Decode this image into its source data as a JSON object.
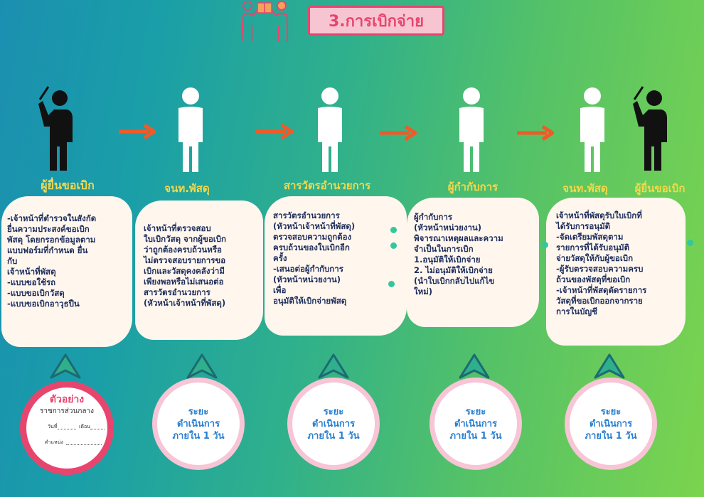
{
  "title": "3.การเบิกจ่าย",
  "colors": {
    "accent": "#e8456e",
    "role_label": "#f5d84a",
    "card_text": "#1c2d5b",
    "arrow": "#f05a28",
    "duration_text": "#2a7fd0"
  },
  "icons": {
    "header": "delivery-person-icon",
    "person_dark": "presenter-person-icon",
    "person_light": "person-icon",
    "flow": "right-arrow-icon",
    "up": "up-triangle-icon"
  },
  "steps": [
    {
      "role": "ผู้ยื่นขอเบิก",
      "text": "-เจ้าหน้าที่ตำรวจในสังกัด\nยื่นความประสงค์ขอเบิก\nพัสดุ โดยกรอกข้อมูลตาม\nแบบฟอร์มที่กำหนด ยื่น\nกับ\nเจ้าหน้าที่พัสดุ\n-แบบขอใช้รถ\n-แบบขอเบิกวัสดุ\n-แบบขอเบิกอาวุธปืน"
    },
    {
      "role": "จนท.พัสดุ",
      "text": "เจ้าหน้าที่ตรวจสอบ\nใบเบิกวัสดุ จากผู้ขอเบิก\nว่าถูกต้องครบถ้วนหรือ\nไม่ตรวจสอบรายการขอ\nเบิกและวัสดุคงคลังว่ามี\nเพียงพอหรือไม่เสนอต่อ\nสารวัตรอำนวยการ\n(หัวหน้าเจ้าหน้าที่พัสดุ)"
    },
    {
      "role": "สารวัตรอำนวยการ",
      "text": "สารวัตรอำนวยการ\n(หัวหน้าเจ้าหน้าที่พัสดุ)\nตรวจสอบความถูกต้อง\nครบถ้วนของใบเบิกอีก\nครั้ง\n-เสนอต่อผู้กำกับการ\n(หัวหน้าหน่วยงาน)\nเพื่อ\nอนุมัติให้เบิกจ่ายพัสดุ"
    },
    {
      "role": "ผู้กำกับการ",
      "text": "ผู้กำกับการ\n(หัวหน้าหน่วยงาน)\nพิจารณาเหตุผลและความ\nจำเป็นในการเบิก\n1.อนุมัติให้เบิกจ่าย\n2. ไม่อนุมัติให้เบิกจ่าย\n(นำใบเบิกกลับไปแก้ไข\nใหม่)"
    },
    {
      "role": "จนท.พัสดุ",
      "text": "เจ้าหน้าที่พัสดุรับใบเบิกที่\nได้รับการอนุมัติ\n-จัดเตรียมพัสดุตาม\nรายการที่ได้รับอนุมัติ\nจ่ายวัสดุให้กับผู้ขอเบิก\n-ผู้รับตรวจสอบความครบ\nถ้วนของพัสดุที่ขอเบิก\n-เจ้าหน้าที่พัสดุตัดรายการ\nวัสดุที่ขอเบิกออกจากราย\nการในบัญชี"
    },
    {
      "role": "ผู้ยื่นขอเบิก"
    }
  ],
  "example": {
    "heading": "ตัวอย่าง",
    "org": "ราชการส่วนกลาง",
    "day": "วันที่",
    "month": "เดือน",
    "position": "ตำแหน่ง"
  },
  "duration": {
    "line1": "ระยะ",
    "line2": "ดำเนินการ",
    "line3": "ภายใน 1 วัน"
  }
}
